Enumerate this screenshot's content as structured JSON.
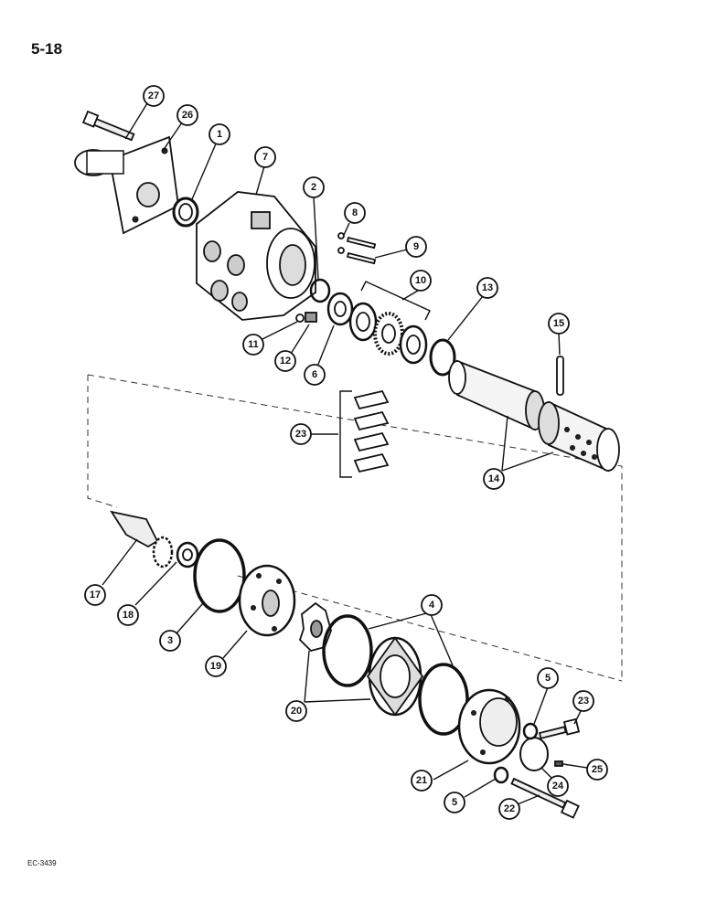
{
  "page_number": "5-18",
  "document_code": "EC-3439",
  "callouts": {
    "c27": "27",
    "c26": "26",
    "c1": "1",
    "c7": "7",
    "c2": "2",
    "c8": "8",
    "c9": "9",
    "c10": "10",
    "c13": "13",
    "c15": "15",
    "c11": "11",
    "c12": "12",
    "c6": "6",
    "c23a": "23",
    "c14": "14",
    "c17": "17",
    "c18": "18",
    "c3": "3",
    "c19": "19",
    "c4": "4",
    "c20": "20",
    "c5a": "5",
    "c23b": "23",
    "c25": "25",
    "c24": "24",
    "c21": "21",
    "c5b": "5",
    "c22": "22"
  }
}
